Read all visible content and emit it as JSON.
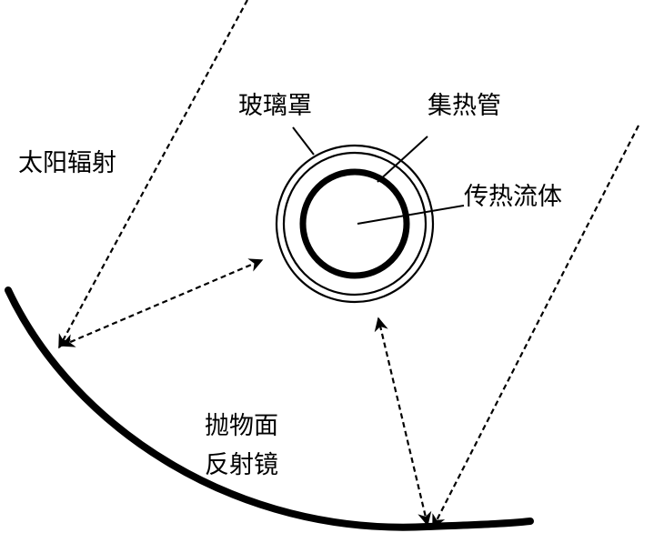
{
  "labels": {
    "solar_radiation": "太阳辐射",
    "glass_cover": "玻璃罩",
    "absorber_tube": "集热管",
    "heat_transfer_fluid": "传热流体",
    "parabolic_line1": "抛物面",
    "parabolic_line2": "反射镜"
  },
  "colors": {
    "stroke": "#000000",
    "background": "#ffffff"
  }
}
